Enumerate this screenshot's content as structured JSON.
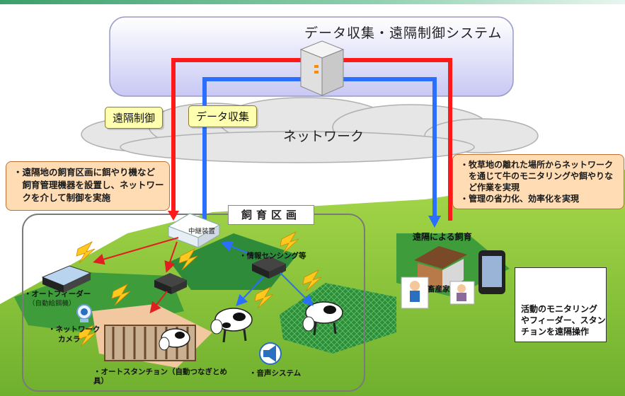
{
  "system": {
    "title": "データ収集・遠隔制御システム"
  },
  "network": {
    "title": "ネットワーク"
  },
  "labels": {
    "remote_control": "遠隔制御",
    "data_collection": "データ収集"
  },
  "callout_left": {
    "lines": [
      "・遠隔地の飼育区画に餌やり機など",
      "　飼育管理機器を設置し、ネットワー",
      "　クを介して制御を実施"
    ]
  },
  "callout_right": {
    "lines": [
      "・牧草地の離れた場所からネットワーク",
      "　を通じて牛のモニタリングや餌やりな",
      "　ど作業を実現",
      "・管理の省力化、効率化を実現"
    ]
  },
  "area": {
    "title": "飼育区画"
  },
  "devices": {
    "relay": "中継装置",
    "sensing": "・情報センシング等",
    "auto_feeder": "・オートフィーダー",
    "auto_feeder_sub": "（自動給餌機）",
    "network_camera_1": "・ネットワーク",
    "network_camera_2": "カメラ",
    "auto_stanchion_1": "・オートスタンチョン（自動つなぎとめ",
    "auto_stanchion_2": "具）",
    "speaker": "・音声システム"
  },
  "remote": {
    "title": "遠隔による飼育",
    "farmer": "畜産家",
    "box_lines": [
      "活動のモニタリング",
      "やフィーダー、スタン",
      "チョンを遠隔操作"
    ]
  },
  "colors": {
    "control_line": "#ff1a1a",
    "data_line": "#2a6fff",
    "grass": "#8cc63f",
    "dark_grass": "#2e8b3a",
    "cloud": "#e4e4e4",
    "server_band": "#e6e6ff"
  }
}
